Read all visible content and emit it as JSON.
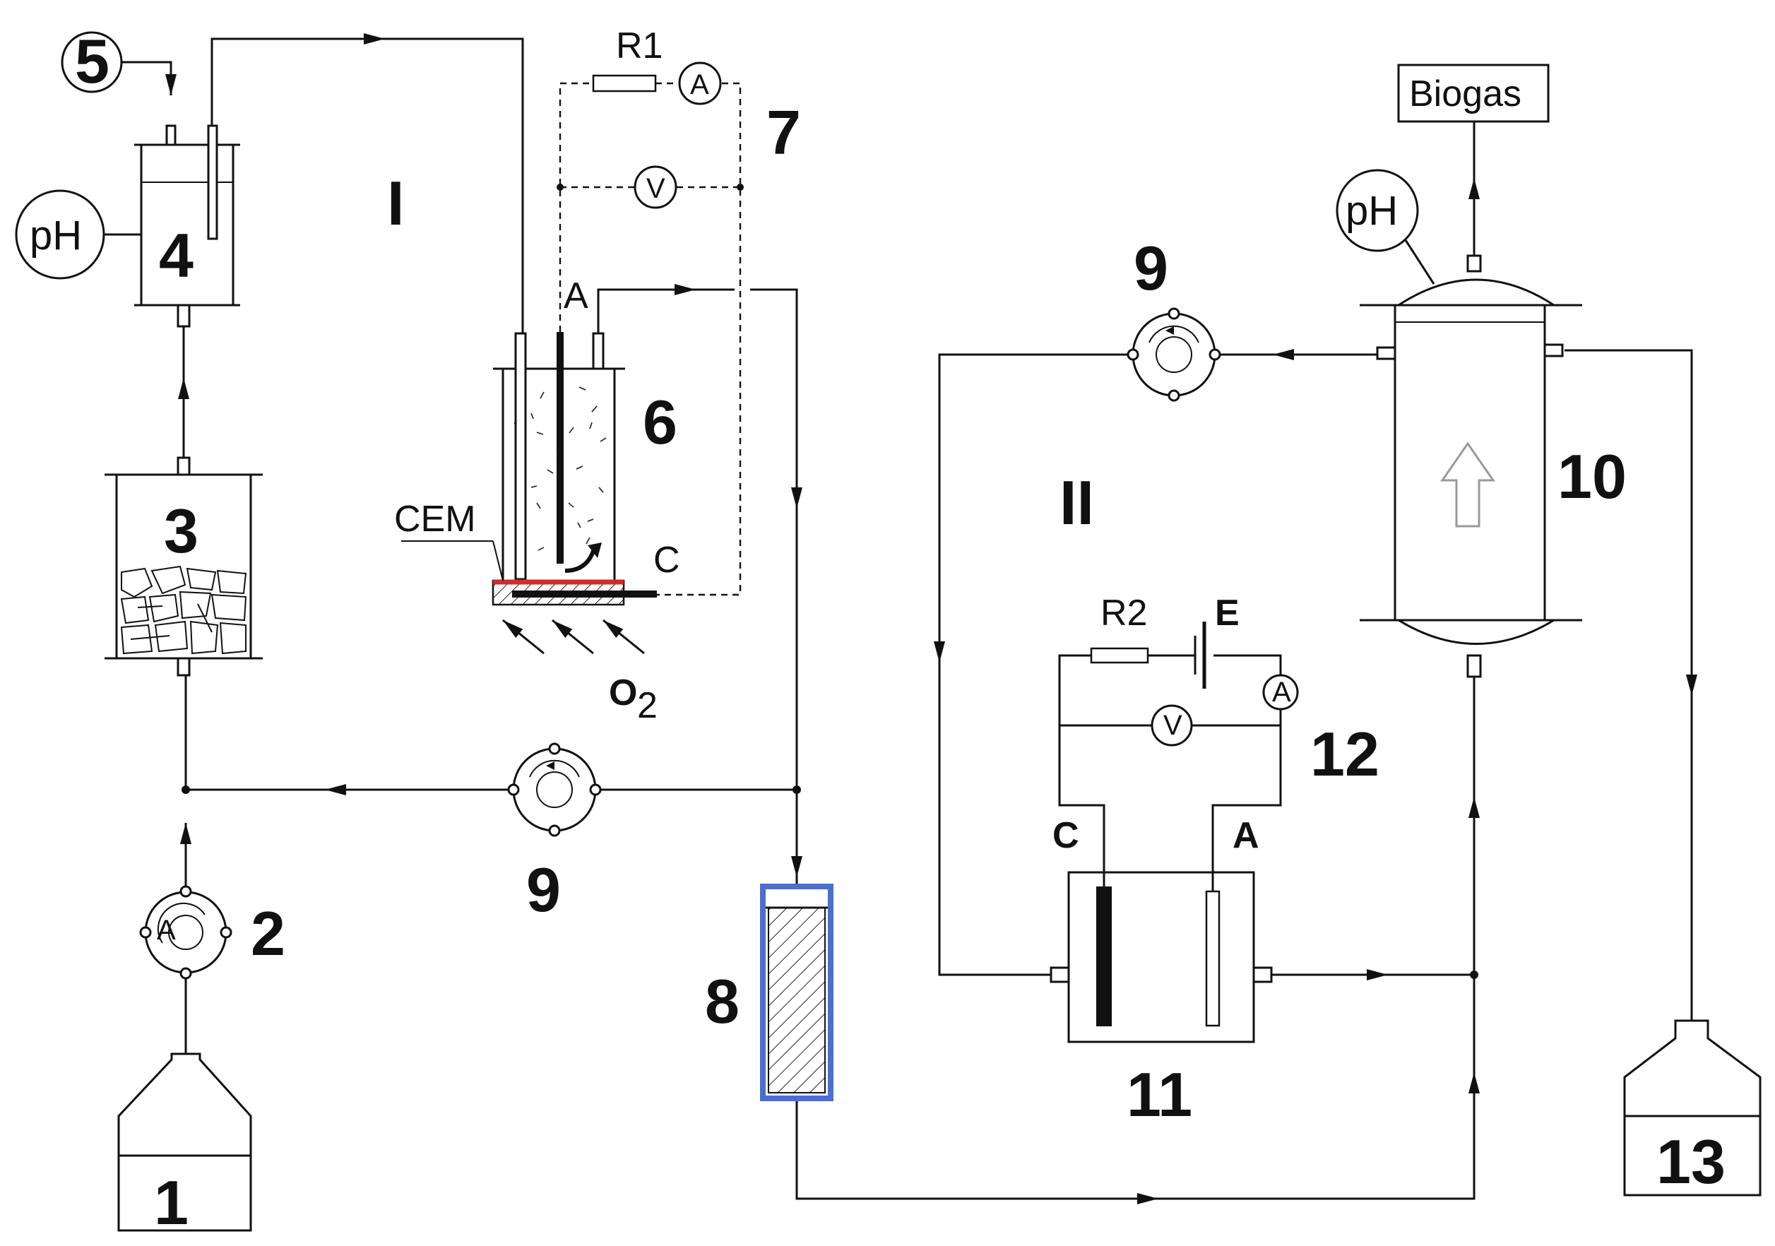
{
  "labels": {
    "n1": "1",
    "n2": "2",
    "n3": "3",
    "n4": "4",
    "n5": "5",
    "n6": "6",
    "n7": "7",
    "n8": "8",
    "n9a": "9",
    "n9b": "9",
    "n10": "10",
    "n11": "11",
    "n12": "12",
    "n13": "13",
    "stage1": "I",
    "stage2": "II",
    "ph1": "pH",
    "ph2": "pH",
    "biogas": "Biogas",
    "r1": "R1",
    "r2": "R2",
    "e": "E",
    "cem": "CEM",
    "anode1": "A",
    "cathode1": "C",
    "anode2": "A",
    "cathode2": "C",
    "ammeter1": "A",
    "voltmeter1": "V",
    "ammeter2": "A",
    "voltmeter2": "V",
    "oxygen": "O",
    "oxygen_sub": "2"
  },
  "colors": {
    "membrane": "#d42a2a",
    "column_frame": "#4a6fd0"
  }
}
